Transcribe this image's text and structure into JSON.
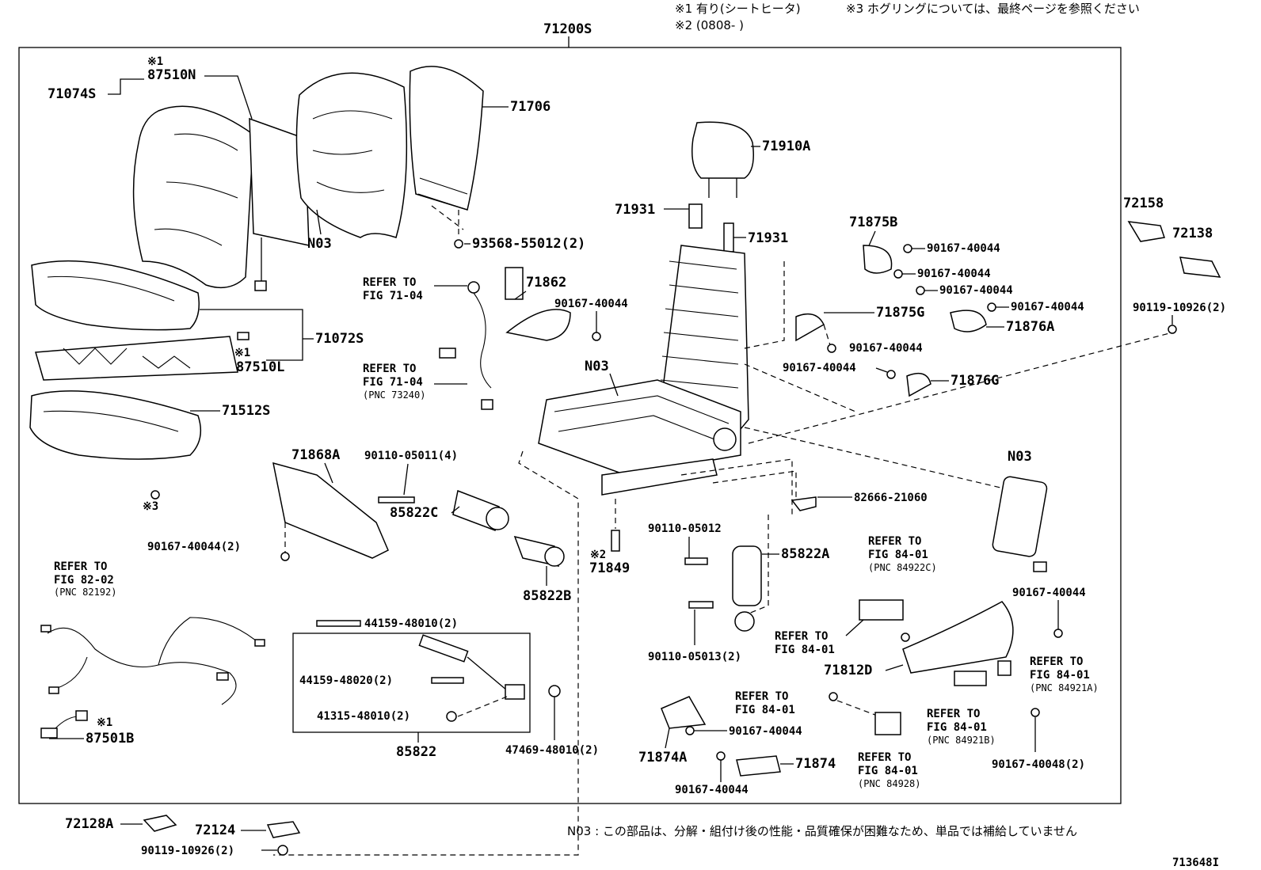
{
  "notes": {
    "note1": "※1 有り(シートヒータ)",
    "note2": "※2 (0808-   )",
    "note3": "※3 ホグリングについては、最終ページを参照ください",
    "n03_note": "N03 : この部品は、分解・組付け後の性能・品質確保が困難なため、単品では補給していません",
    "figure_id": "713648I"
  },
  "markers": {
    "m1": "※1",
    "m2": "※2",
    "m3": "※3"
  },
  "assembly": "71200S",
  "labels": {
    "p87510N": "87510N",
    "p71074S": "71074S",
    "p71706": "71706",
    "p71910A": "71910A",
    "p71931a": "71931",
    "p71931b": "71931",
    "pN03a": "N03",
    "p93568": "93568-55012(2)",
    "p71875B": "71875B",
    "p72158": "72158",
    "p72138": "72138",
    "p90167a": "90167-40044",
    "p90167b": "90167-40044",
    "p90167c": "90167-40044",
    "p90167d": "90167-40044",
    "p71876A": "71876A",
    "p90119a": "90119-10926(2)",
    "p71875G": "71875G",
    "p90167e": "90167-40044",
    "p90167f": "90167-40044",
    "p71876G": "71876G",
    "p71862": "71862",
    "p90167g": "90167-40044",
    "pN03b": "N03",
    "p71072S": "71072S",
    "p87510L": "87510L",
    "p71512S": "71512S",
    "p71868A": "71868A",
    "p90110a": "90110-05011(4)",
    "p85822C": "85822C",
    "p90167h": "90167-40044(2)",
    "p71849": "71849",
    "p85822B": "85822B",
    "p82666": "82666-21060",
    "pN03c": "N03",
    "p90110b": "90110-05012",
    "p85822A": "85822A",
    "p90167i": "90167-40044",
    "p90110c": "90110-05013(2)",
    "p71812D": "71812D",
    "p44159a": "44159-48010(2)",
    "p44159b": "44159-48020(2)",
    "p41315": "41315-48010(2)",
    "p85822": "85822",
    "p47469": "47469-48010(2)",
    "p87501B": "87501B",
    "p90167j": "90167-40044",
    "p71874A": "71874A",
    "p71874": "71874",
    "p90167k": "90167-40044",
    "p90167m": "90167-40048(2)",
    "p72128A": "72128A",
    "p72124": "72124",
    "p90119b": "90119-10926(2)"
  },
  "refs": {
    "r1_a": "REFER TO",
    "r1_b": "FIG 71-04",
    "r2_a": "REFER TO",
    "r2_b": "FIG 71-04",
    "r2_c": "(PNC 73240)",
    "r3_a": "REFER TO",
    "r3_b": "FIG 82-02",
    "r3_c": "(PNC 82192)",
    "r4_a": "REFER TO",
    "r4_b": "FIG 84-01",
    "r4_c": "(PNC 84922C)",
    "r5_a": "REFER TO",
    "r5_b": "FIG 84-01",
    "r6_a": "REFER TO",
    "r6_b": "FIG 84-01",
    "r6_c": "(PNC 84921A)",
    "r7_a": "REFER TO",
    "r7_b": "FIG 84-01",
    "r8_a": "REFER TO",
    "r8_b": "FIG 84-01",
    "r8_c": "(PNC 84921B)",
    "r9_a": "REFER TO",
    "r9_b": "FIG 84-01",
    "r9_c": "(PNC 84928)"
  }
}
